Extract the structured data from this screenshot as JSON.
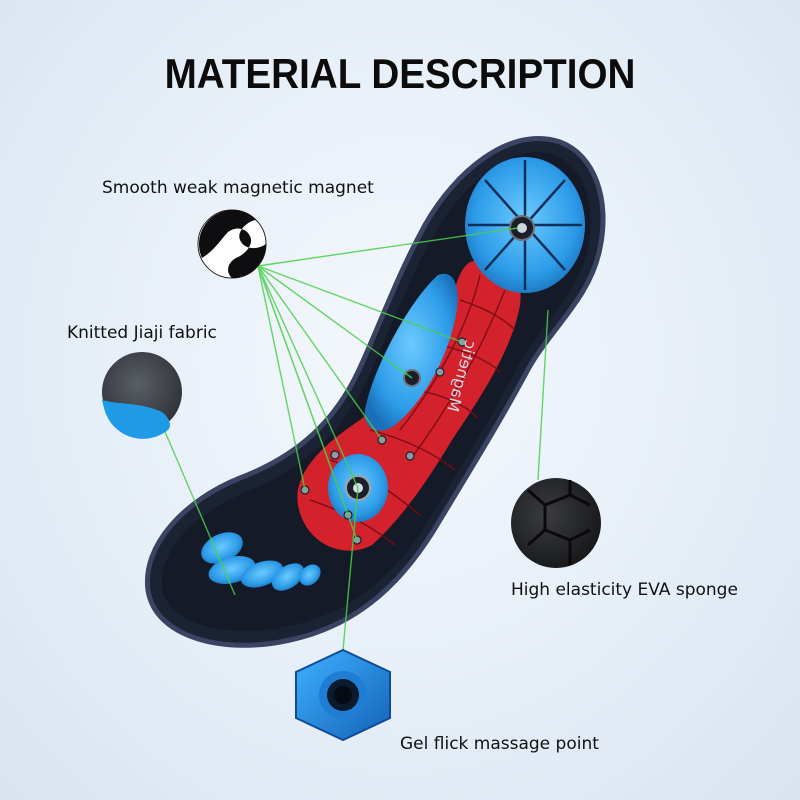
{
  "title": "MATERIAL DESCRIPTION",
  "labels": {
    "magnet": "Smooth weak magnetic magnet",
    "fabric": "Knitted Jiaji fabric",
    "eva": "High elasticity EVA sponge",
    "gel": "Gel flick massage point"
  },
  "insole_text": "Magnetic",
  "colors": {
    "insole_base": "#1b2233",
    "insole_edge": "#2c3550",
    "gel_blue": "#2c9be8",
    "gel_blue_light": "#5cc0ff",
    "arch_red": "#d3222c",
    "leader_green": "#49d04a"
  },
  "icons": [
    "magnet-swatch-icon",
    "fabric-swatch-icon",
    "eva-swatch-icon",
    "gel-point-icon"
  ]
}
